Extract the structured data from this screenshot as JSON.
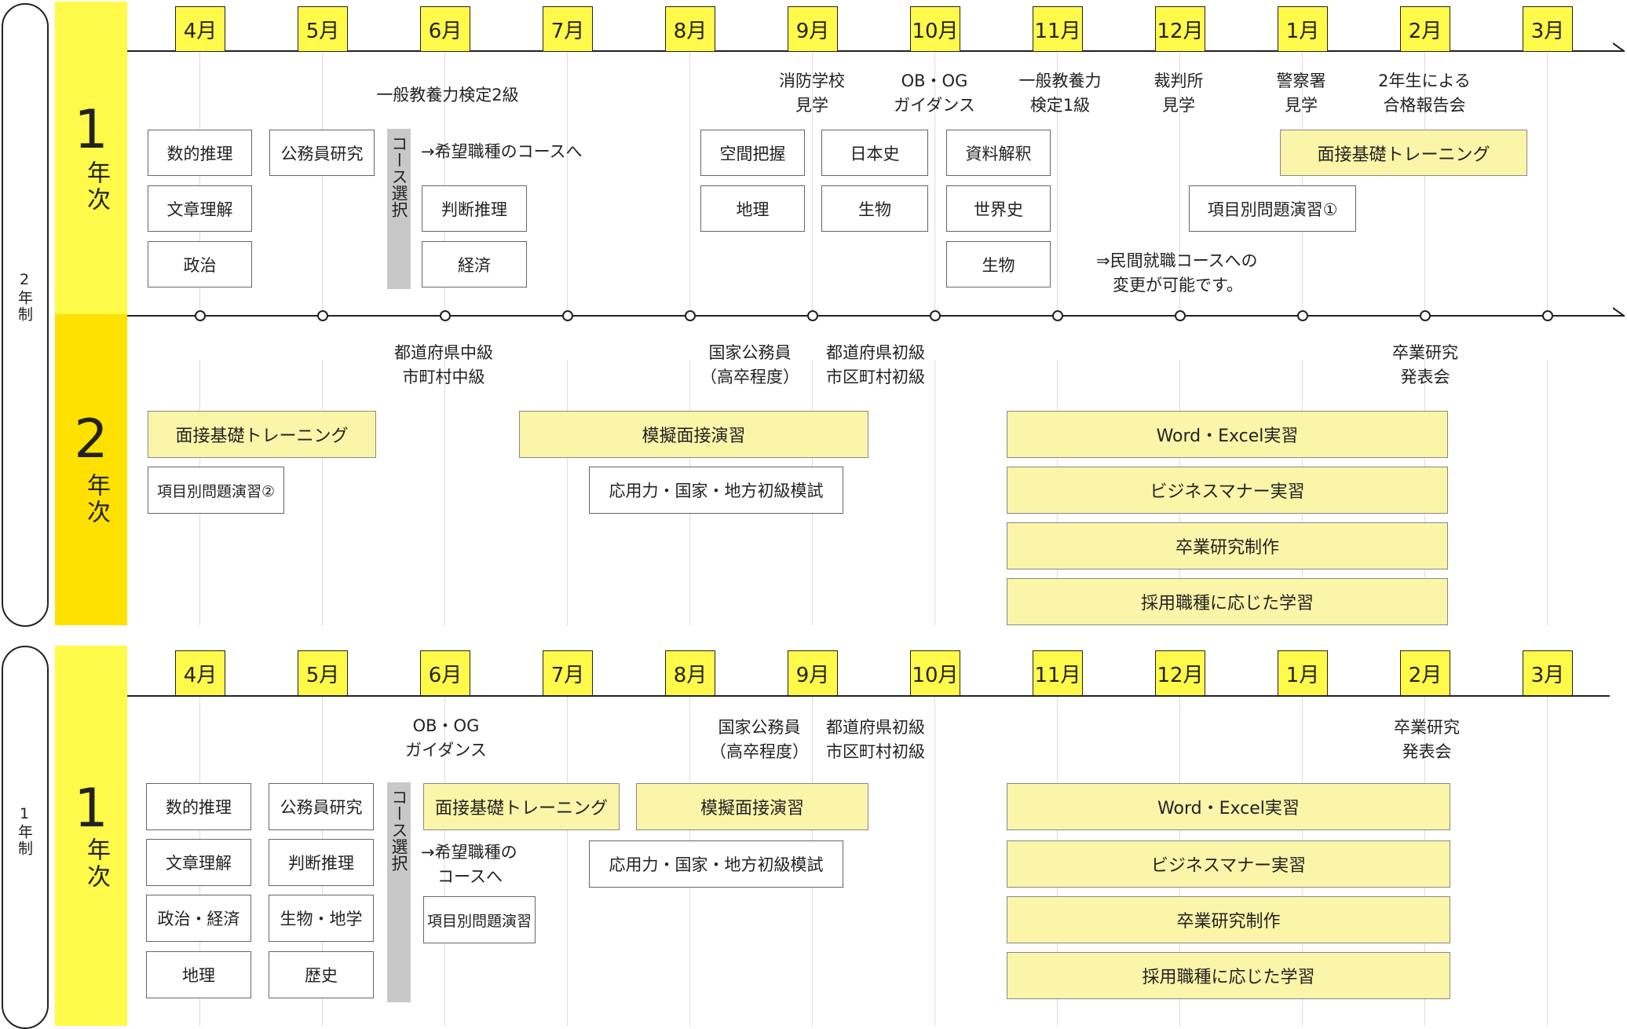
{
  "months": [
    "4月",
    "5月",
    "6月",
    "7月",
    "8月",
    "9月",
    "10月",
    "11月",
    "12月",
    "1月",
    "2月",
    "3月"
  ],
  "colors": {
    "band_light": "#fff94a",
    "band_dark": "#ffe100",
    "box_yellow": "#fbf5a9",
    "gray_bar": "#c8c8c8"
  },
  "two_year": {
    "label": "2年制",
    "year1": {
      "num": "1",
      "sub": "年次",
      "events": {
        "kentei2": "一般教養力検定2級",
        "shobo": "消防学校\n見学",
        "obog": "OB・OG\nガイダンス",
        "kentei1": "一般教養力\n検定1級",
        "saiban": "裁判所\n見学",
        "keisatsu": "警察署\n見学",
        "report": "2年生による\n合格報告会"
      },
      "course_select": "コース選択",
      "course_note": "→希望職種のコースへ",
      "minkan_note": "⇒民間就職コースへの\n　変更が可能です。",
      "boxes": {
        "suteki": "数的推理",
        "bunsho": "文章理解",
        "seiji": "政治",
        "koumuin": "公務員研究",
        "handan": "判断推理",
        "keizai": "経済",
        "kukan": "空間把握",
        "chiri": "地理",
        "nihonshi": "日本史",
        "seibutsu1": "生物",
        "shiryo": "資料解釈",
        "sekaishi": "世界史",
        "seibutsu2": "生物",
        "koumoku1": "項目別問題演習①",
        "mensetsu_kiso": "面接基礎トレーニング"
      }
    },
    "year2": {
      "num": "2",
      "sub": "年次",
      "events": {
        "todofuken_chu": "都道府県中級\n市町村中級",
        "kokka": "国家公務員\n（高卒程度）",
        "todofuken_sho": "都道府県初級\n市区町村初級",
        "sotsugyo": "卒業研究\n発表会"
      },
      "boxes": {
        "mensetsu_kiso": "面接基礎トレーニング",
        "koumoku2": "項目別問題演習②",
        "mogi": "模擬面接演習",
        "oyo": "応用力・国家・地方初級模試",
        "word": "Word・Excel実習",
        "business": "ビジネスマナー実習",
        "sotsuken": "卒業研究制作",
        "saiyo": "採用職種に応じた学習"
      }
    }
  },
  "one_year": {
    "label": "1年制",
    "num": "1",
    "sub": "年次",
    "events": {
      "obog": "OB・OG\nガイダンス",
      "kokka": "国家公務員\n（高卒程度）",
      "todofuken_sho": "都道府県初級\n市区町村初級",
      "sotsugyo": "卒業研究\n発表会"
    },
    "course_select": "コース選択",
    "course_note": "→希望職種の\n　コースへ",
    "boxes": {
      "suteki": "数的推理",
      "bunsho": "文章理解",
      "seiji": "政治・経済",
      "chiri": "地理",
      "koumuin": "公務員研究",
      "handan": "判断推理",
      "seibutsu": "生物・地学",
      "rekishi": "歴史",
      "mensetsu_kiso": "面接基礎トレーニング",
      "koumoku": "項目別問題演習",
      "mogi": "模擬面接演習",
      "oyo": "応用力・国家・地方初級模試",
      "word": "Word・Excel実習",
      "business": "ビジネスマナー実習",
      "sotsuken": "卒業研究制作",
      "saiyo": "採用職種に応じた学習"
    }
  }
}
